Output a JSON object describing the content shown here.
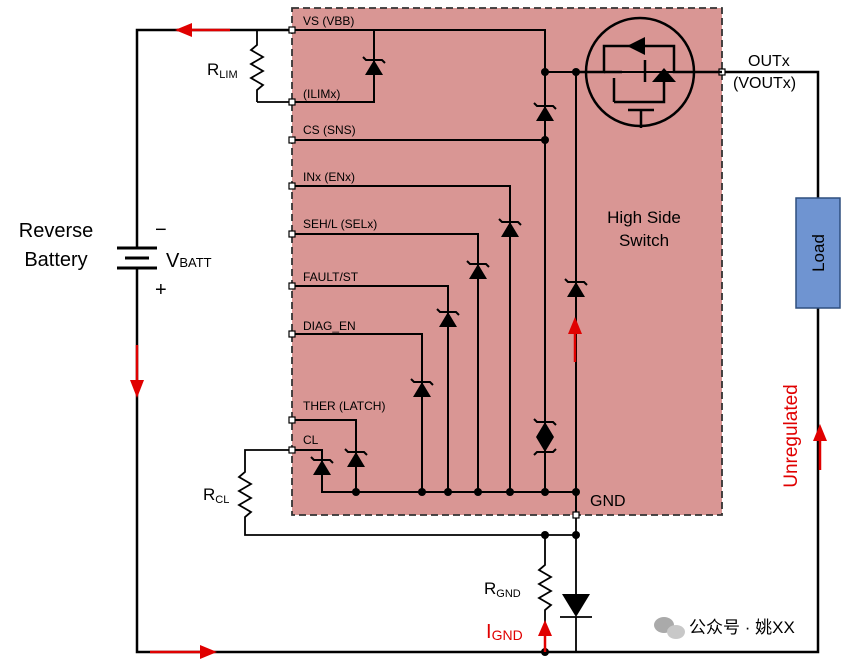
{
  "chip": {
    "title_line1": "High Side",
    "title_line2": "Switch",
    "pins": {
      "vs": "VS (VBB)",
      "ilim": "(ILIMx)",
      "cs": "CS (SNS)",
      "in": "INx (ENx)",
      "seh": "SEH/L (SELx)",
      "fault": "FAULT/ST",
      "diag": "DIAG_EN",
      "ther": "THER (LATCH)",
      "cl": "CL",
      "gnd": "GND"
    },
    "out": "OUTx",
    "vout": "(VOUTx)"
  },
  "battery": {
    "label_line1": "Reverse",
    "label_line2": "Battery",
    "symbol": "V",
    "symbol_sub": "BATT",
    "minus": "−",
    "plus": "+"
  },
  "resistors": {
    "rlim": {
      "main": "R",
      "sub": "LIM"
    },
    "rcl": {
      "main": "R",
      "sub": "CL"
    },
    "rgnd": {
      "main": "R",
      "sub": "GND"
    }
  },
  "load": "Load",
  "current": {
    "main": "I",
    "sub": "GND"
  },
  "unregulated": "Unregulated",
  "watermark": "公众号 · 姚XX",
  "colors": {
    "chip_fill": "#d99694",
    "load_fill": "#6f94d1",
    "wire": "#000000",
    "arrow": "#e00000"
  }
}
